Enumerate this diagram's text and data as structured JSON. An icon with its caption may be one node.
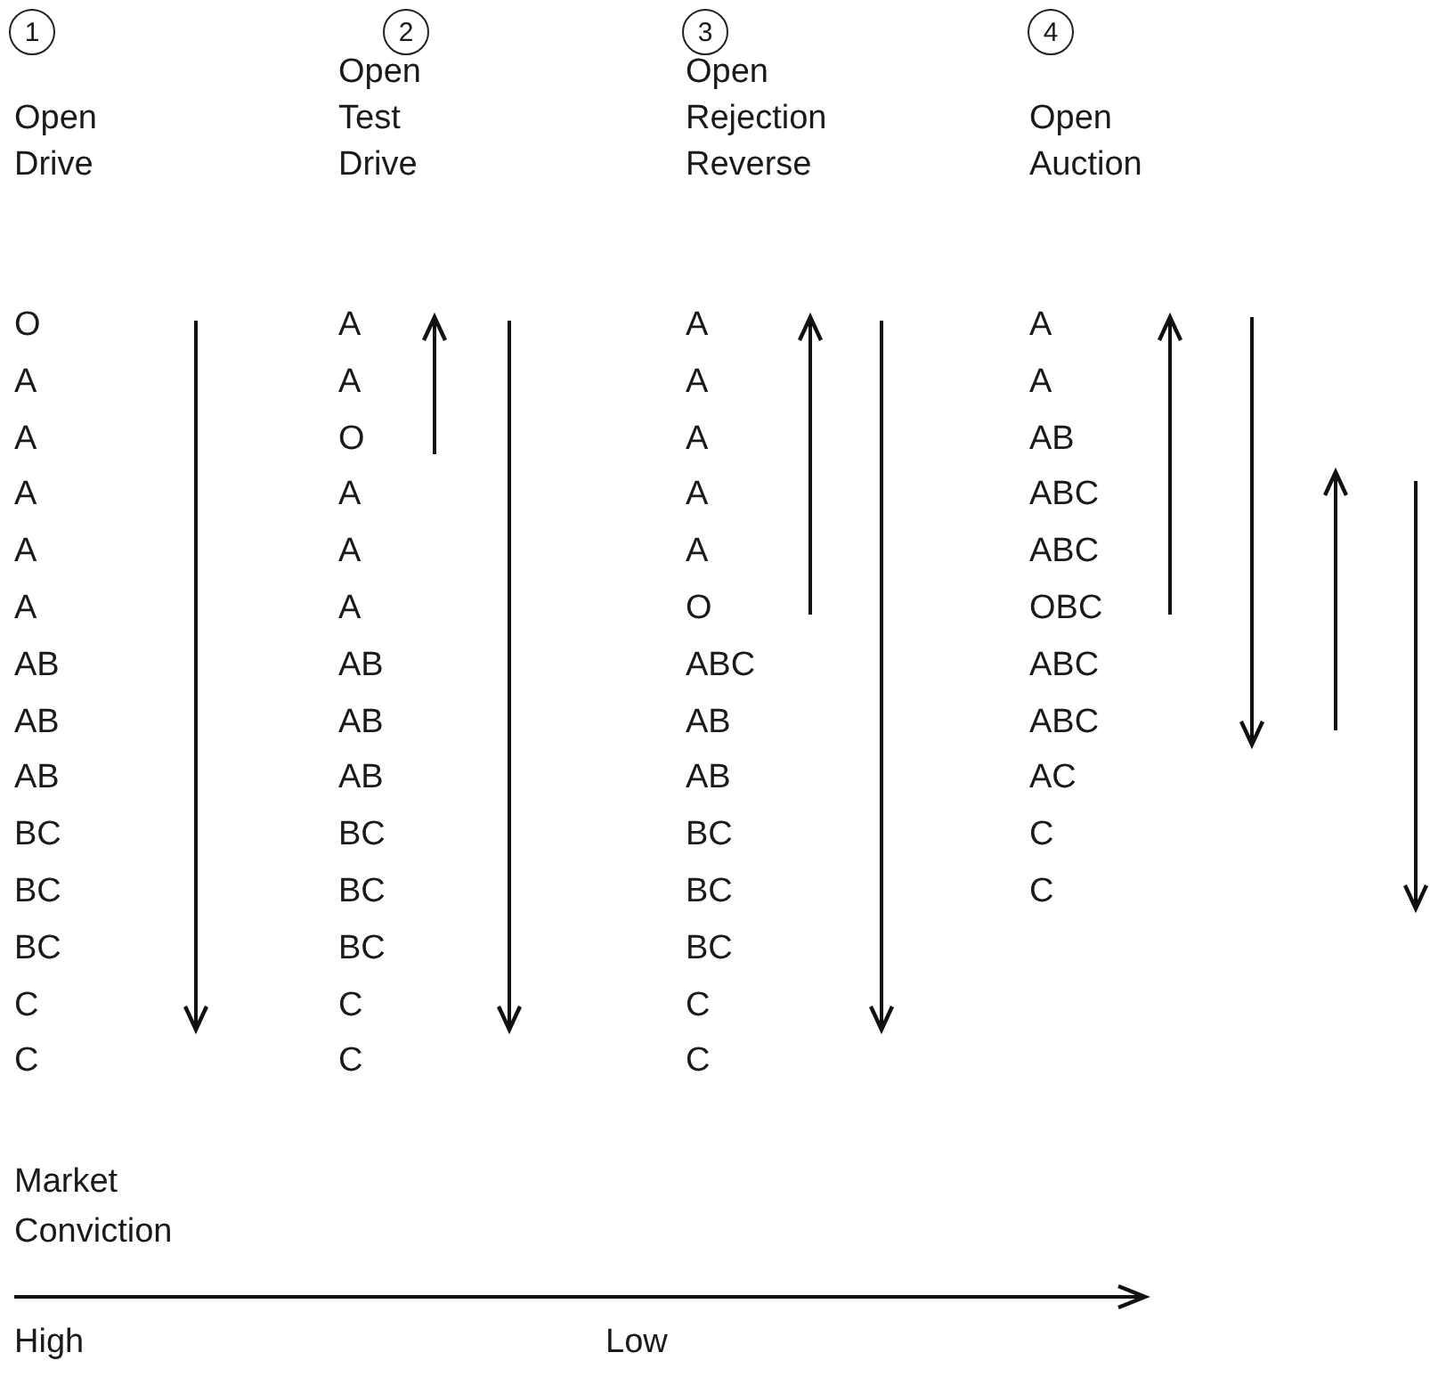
{
  "diagram": {
    "nodes": [
      {
        "text": [
          "1"
        ],
        "beside": [
          "Open Drive"
        ]
      },
      {
        "text": [
          "2"
        ],
        "beside": [
          "Open Test Drive"
        ]
      },
      {
        "text": [
          "3"
        ],
        "beside": [
          "Open Rejection Reverse"
        ]
      },
      {
        "text": [
          "4"
        ],
        "beside": [
          "Open Auction"
        ]
      }
    ],
    "labels": [
      "O",
      "A",
      "A",
      "A",
      "A",
      "A",
      "AB",
      "AB",
      "AB",
      "BC",
      "BC",
      "BC",
      "C",
      "C",
      "A",
      "A",
      "O",
      "A",
      "A",
      "A",
      "AB",
      "AB",
      "AB",
      "BC",
      "BC",
      "BC",
      "C",
      "C",
      "A",
      "A",
      "A",
      "A",
      "A",
      "O",
      "ABC",
      "AB",
      "AB",
      "BC",
      "BC",
      "BC",
      "C",
      "C",
      "A",
      "A",
      "AB",
      "ABC",
      "ABC",
      "OBC",
      "ABC",
      "ABC",
      "AC",
      "C",
      "C",
      "Market Conviction",
      "High",
      "Low"
    ]
  }
}
